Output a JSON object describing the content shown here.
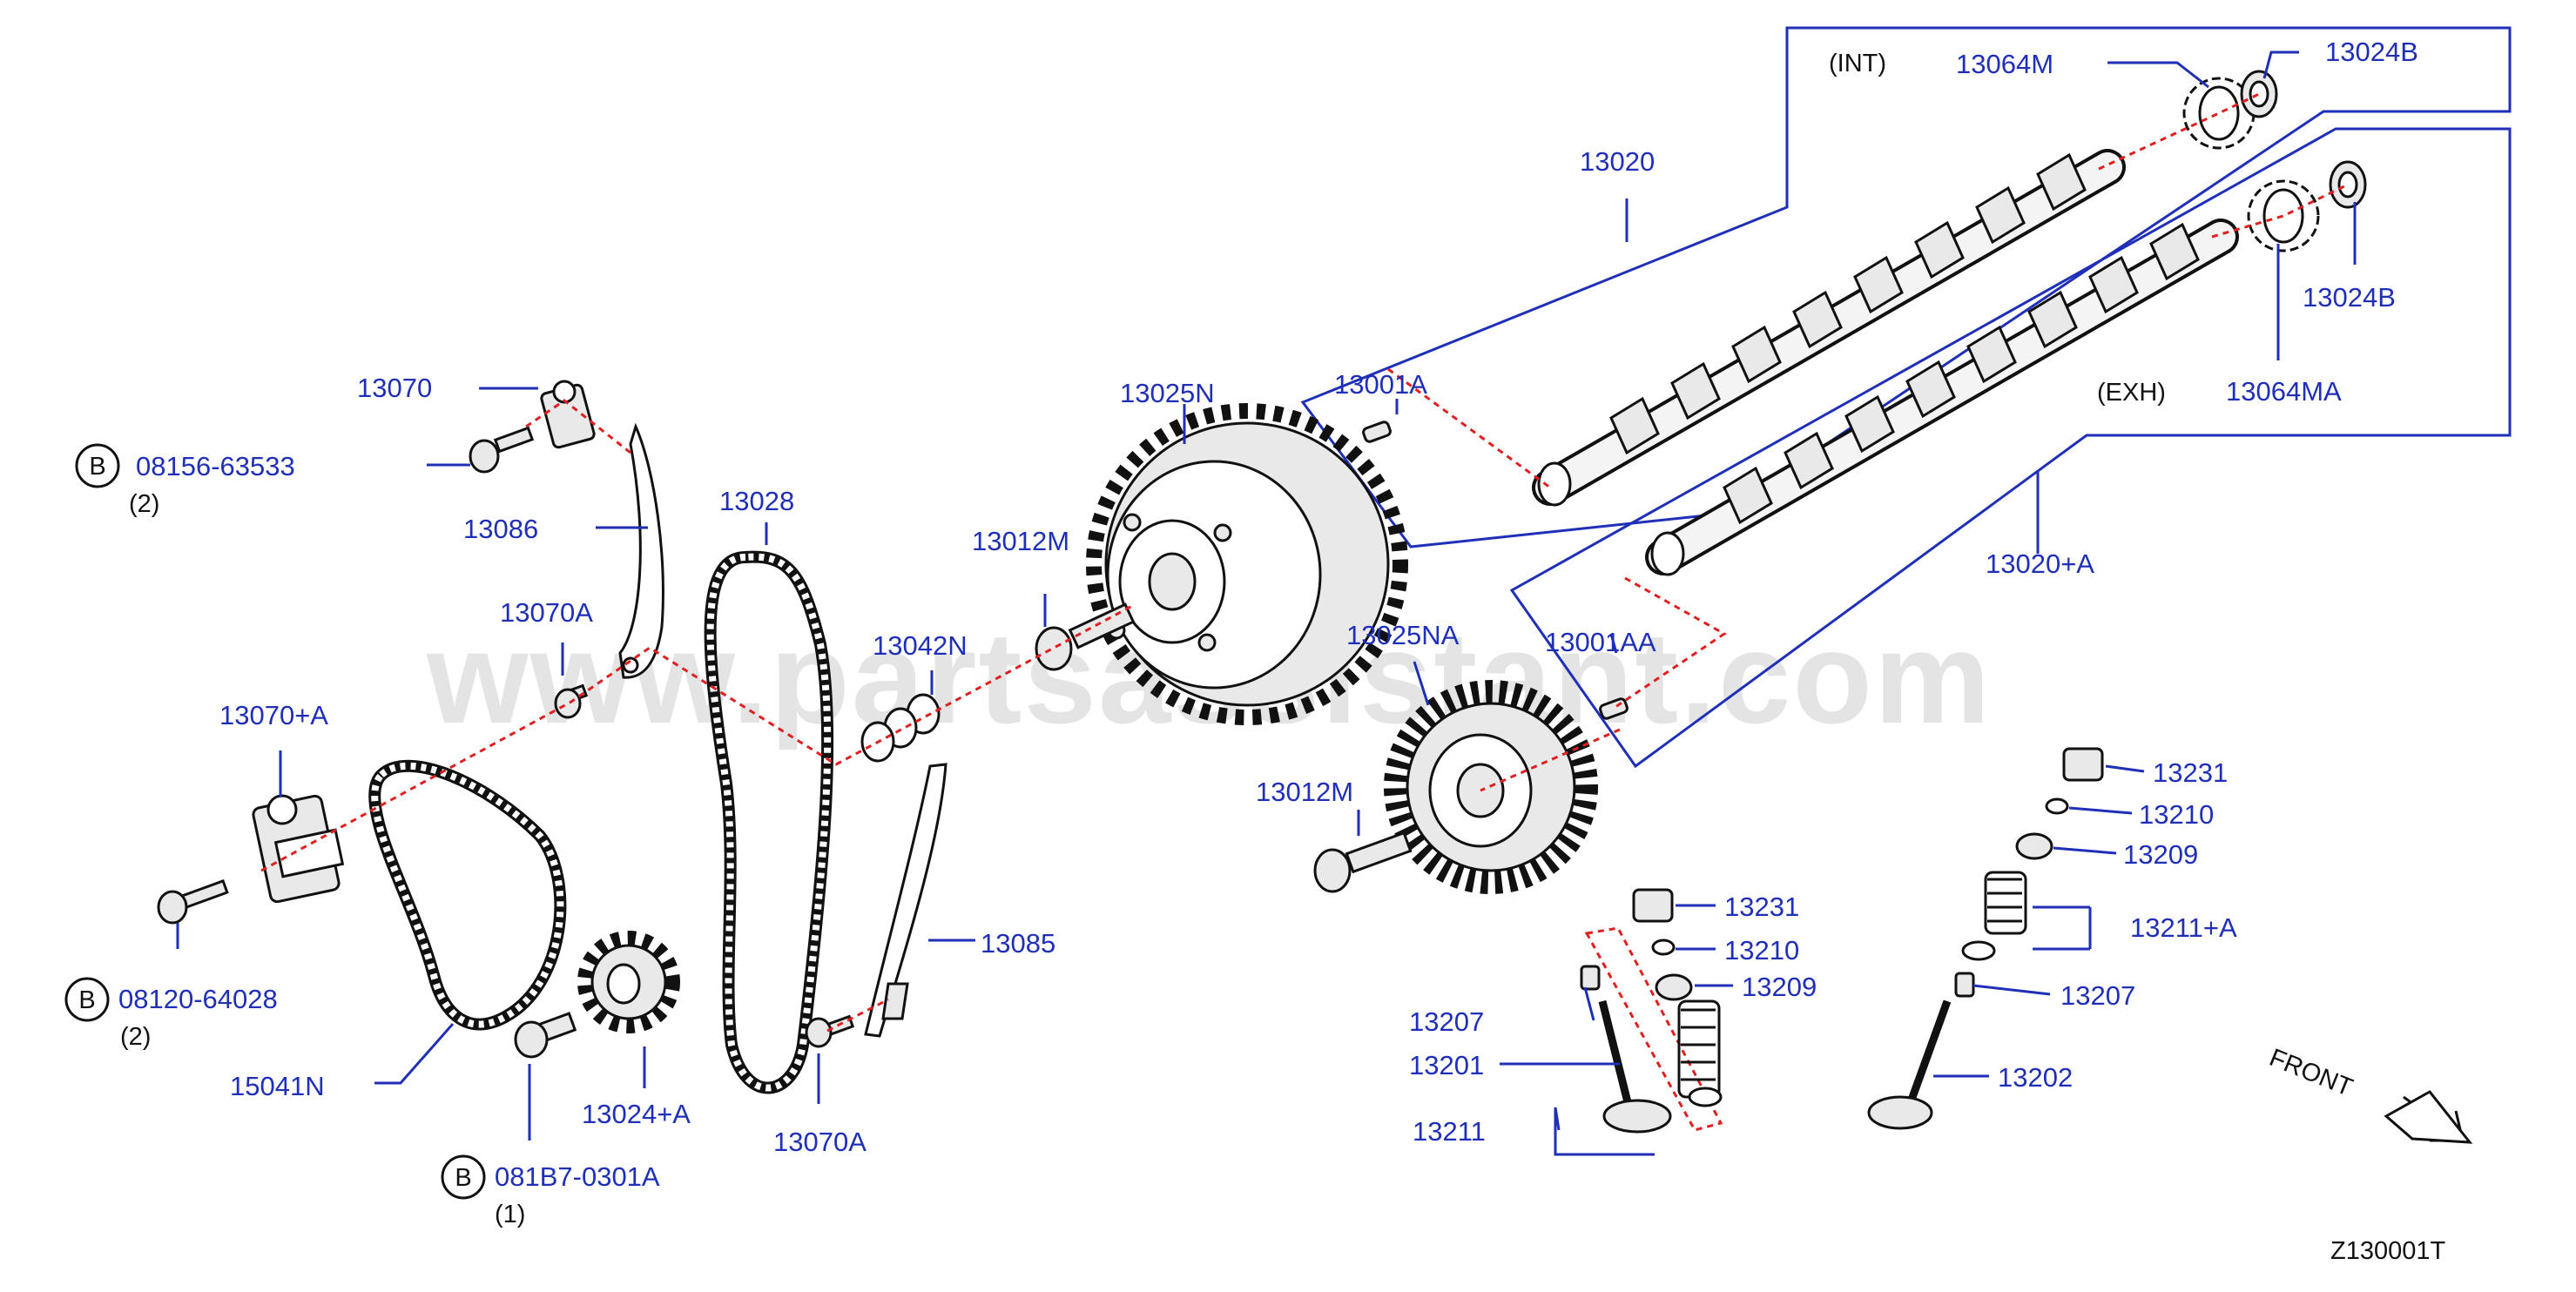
{
  "diagram_ref": "Z130001T",
  "watermark": "www.partsassistant.com",
  "accent_color": "#1f2fb8",
  "guide_color": "#e02020",
  "labels": {
    "p13070": "13070",
    "p08156": "08156-63533",
    "p08156_qty": "(2)",
    "p13086": "13086",
    "p13070A_top": "13070A",
    "p13070_plus_A": "13070+A",
    "p08120": "08120-64028",
    "p08120_qty": "(2)",
    "p15041N": "15041N",
    "p081B7": "081B7-0301A",
    "p081B7_qty": "(1)",
    "p13024_plus_A": "13024+A",
    "p13028": "13028",
    "p13042N": "13042N",
    "p13085": "13085",
    "p13070A_bottom": "13070A",
    "p13012M_top": "13012M",
    "p13025N": "13025N",
    "p13001A": "13001A",
    "p13020": "13020",
    "int": "(INT)",
    "p13064M": "13064M",
    "p13024B_top": "13024B",
    "p13024B_right": "13024B",
    "exh": "(EXH)",
    "p13064MA": "13064MA",
    "p13020_plus_A": "13020+A",
    "p13025NA": "13025NA",
    "p13001AA": "13001AA",
    "p13012M_bottom": "13012M",
    "p13231_mid": "13231",
    "p13210_mid": "13210",
    "p13209_mid": "13209",
    "p13207_left": "13207",
    "p13201": "13201",
    "p13211": "13211",
    "p13231_right": "13231",
    "p13210_right": "13210",
    "p13209_right": "13209",
    "p13211_plus_A": "13211+A",
    "p13207_right": "13207",
    "p13202": "13202",
    "front": "FRONT",
    "bolt_marker": "B"
  }
}
